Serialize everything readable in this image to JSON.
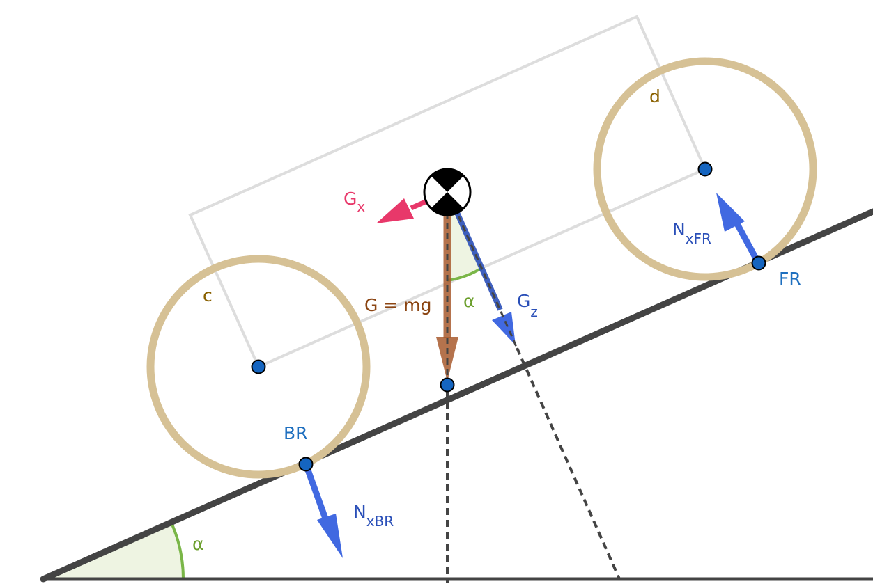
{
  "labels": {
    "wheel_back": "c",
    "wheel_front": "d",
    "gx_main": "G",
    "gx_sub": "x",
    "weight": "G = mg",
    "angle_top": "α",
    "gz_main": "G",
    "gz_sub": "z",
    "nfr_main": "N",
    "nfr_sub": "xFR",
    "point_fr": "FR",
    "point_br": "BR",
    "nbr_main": "N",
    "nbr_sub": "xBR",
    "angle_bottom": "α"
  },
  "colors": {
    "incline": "#444444",
    "car_body": "#dddddd",
    "wheel": "#d6c195",
    "wheel_label": "#8a6100",
    "gravity": "#a85a2e",
    "gx": "#e8386a",
    "gz": "#2a4fb8",
    "normal": "#4169e1",
    "point_fill": "#1565c0",
    "angle": "#7ab648",
    "angle_fill": "#eef4e2",
    "point_label": "#1e6fbf"
  },
  "icons": {
    "center_of_mass": "center-of-mass-icon"
  }
}
